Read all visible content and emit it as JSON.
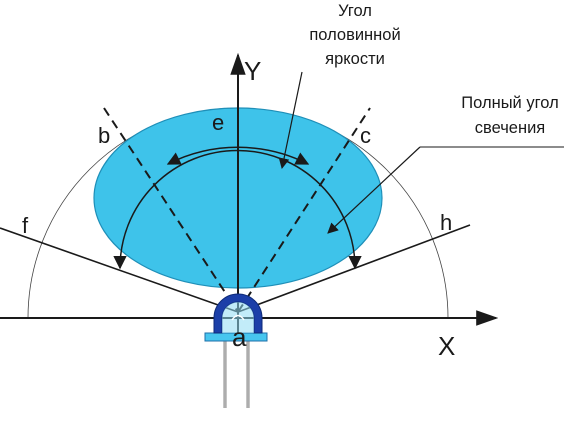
{
  "axes": {
    "x_label": "X",
    "y_label": "Y"
  },
  "points": {
    "a": "a",
    "b": "b",
    "c": "c",
    "e": "e",
    "f": "f",
    "h": "h"
  },
  "captions": {
    "half_brightness_angle": [
      "Угол",
      "половинной",
      "яркости"
    ],
    "full_viewing_angle": [
      "Полный угол",
      "свечения"
    ]
  },
  "colors": {
    "lobe_fill": "#3ec3ea",
    "lobe_stroke": "#1f8fb8",
    "led_body": "#1c3fa8",
    "led_base": "#47c6ef",
    "lines": "#1a1a1a"
  }
}
